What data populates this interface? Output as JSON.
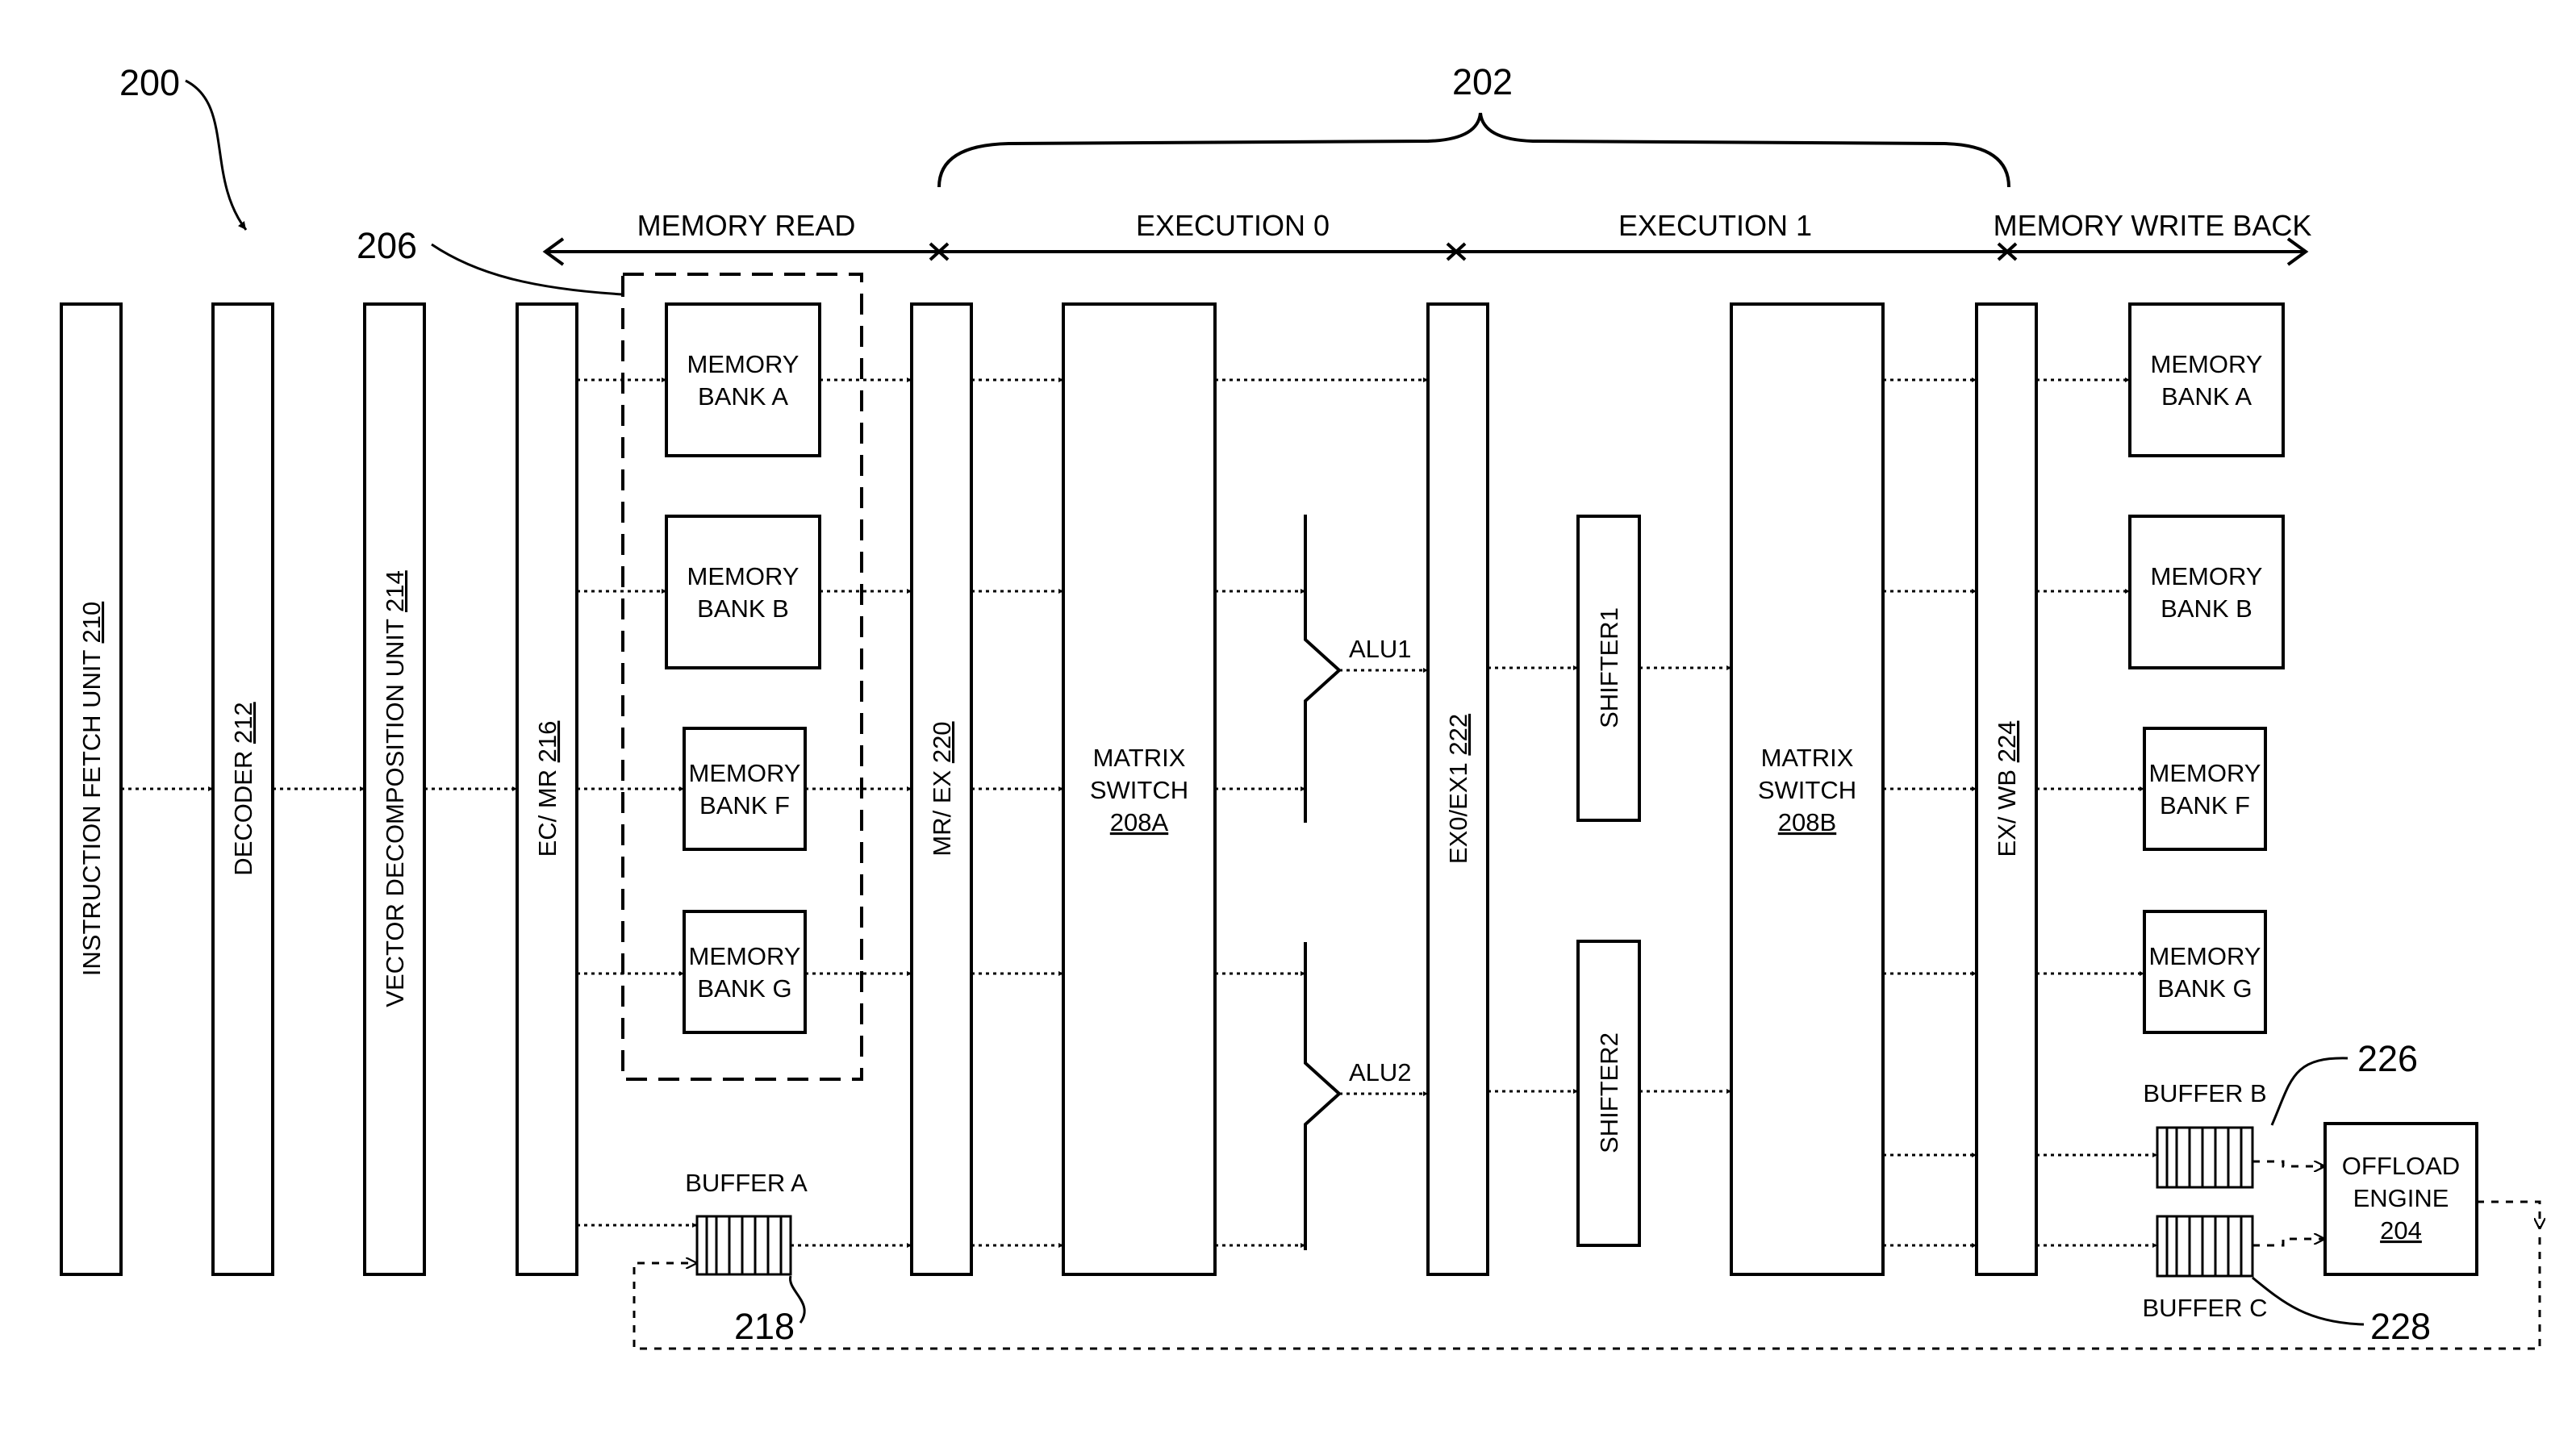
{
  "refs": {
    "fig": "200",
    "pipeline": "202",
    "group": "206",
    "buffer_a": "218",
    "buffer_b": "226",
    "buffer_c": "228"
  },
  "stages": {
    "memory_read": "MEMORY READ",
    "execution_0": "EXECUTION 0",
    "execution_1": "EXECUTION 1",
    "memory_write_back": "MEMORY WRITE BACK"
  },
  "units": {
    "ifu": {
      "text": "INSTRUCTION FETCH UNIT ",
      "num": "210"
    },
    "dec": {
      "text": "DECODER ",
      "num": "212"
    },
    "vdu": {
      "text": "VECTOR DECOMPOSITION UNIT ",
      "num": "214"
    },
    "ecmr": {
      "text": "EC/ MR ",
      "num": "216"
    },
    "mrex": {
      "text": "MR/ EX ",
      "num": "220"
    },
    "exex": {
      "text": "EX0/EX1 ",
      "num": "222"
    },
    "exwb": {
      "text": "EX/ WB ",
      "num": "224"
    }
  },
  "read_banks": [
    [
      "MEMORY",
      "BANK A"
    ],
    [
      "MEMORY",
      "BANK B"
    ],
    [
      "MEMORY",
      "BANK F"
    ],
    [
      "MEMORY",
      "BANK G"
    ]
  ],
  "write_banks": [
    [
      "MEMORY",
      "BANK A"
    ],
    [
      "MEMORY",
      "BANK B"
    ],
    [
      "MEMORY",
      "BANK F"
    ],
    [
      "MEMORY",
      "BANK G"
    ]
  ],
  "switch_a": {
    "l1": "MATRIX",
    "l2": "SWITCH",
    "num": "208A"
  },
  "switch_b": {
    "l1": "MATRIX",
    "l2": "SWITCH",
    "num": "208B"
  },
  "alu1": "ALU1",
  "alu2": "ALU2",
  "shifter1": "SHIFTER1",
  "shifter2": "SHIFTER2",
  "buffers": {
    "a": "BUFFER A",
    "b": "BUFFER B",
    "c": "BUFFER C"
  },
  "offload": {
    "l1": "OFFLOAD",
    "l2": "ENGINE",
    "num": "204"
  }
}
